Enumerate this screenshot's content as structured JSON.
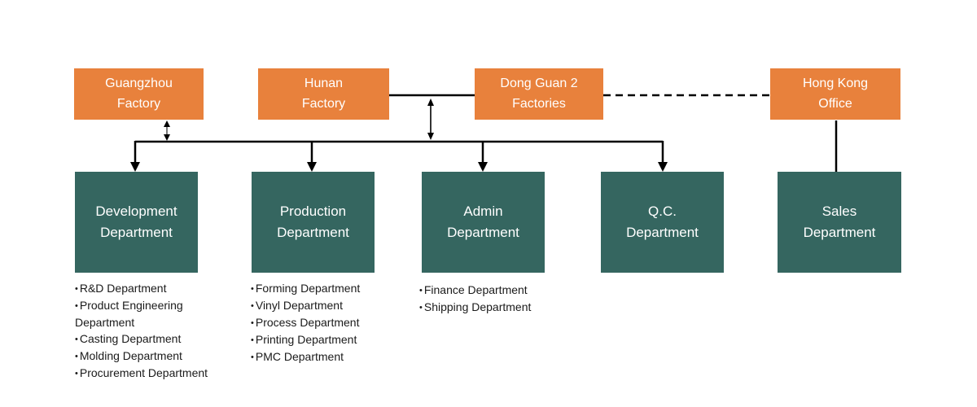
{
  "diagram_type": "org-chart",
  "colors": {
    "office_box": "#E8813C",
    "department_box": "#356660",
    "connector": "#000000",
    "connector_secondary": "#595959",
    "list_text": "#1A1A1A",
    "background": "#FFFFFF"
  },
  "offices": [
    {
      "label": "Guangzhou\nFactory"
    },
    {
      "label": "Hunan\nFactory"
    },
    {
      "label": "Dong Guan 2\nFactories"
    },
    {
      "label": "Hong Kong\nOffice"
    }
  ],
  "departments": [
    {
      "label": "Development\nDepartment",
      "sub_departments": [
        "R&D Department",
        "Product Engineering Department",
        "Casting Department",
        "Molding Department",
        "Procurement Department"
      ]
    },
    {
      "label": "Production\nDepartment",
      "sub_departments": [
        "Forming Department",
        "Vinyl Department",
        "Process Department",
        "Printing Department",
        "PMC Department"
      ]
    },
    {
      "label": "Admin\nDepartment",
      "sub_departments": [
        "Finance Department",
        "Shipping Department"
      ]
    },
    {
      "label": "Q.C.\nDepartment",
      "sub_departments": []
    },
    {
      "label": "Sales\nDepartment",
      "sub_departments": []
    }
  ],
  "connections": {
    "hunan_dongguan": "solid",
    "dongguan_hongkong": "dashed",
    "guangzhou_to_bus": "double-arrow",
    "hunan_dongguan_to_bus": "double-arrow",
    "hongkong_sales": "solid"
  }
}
